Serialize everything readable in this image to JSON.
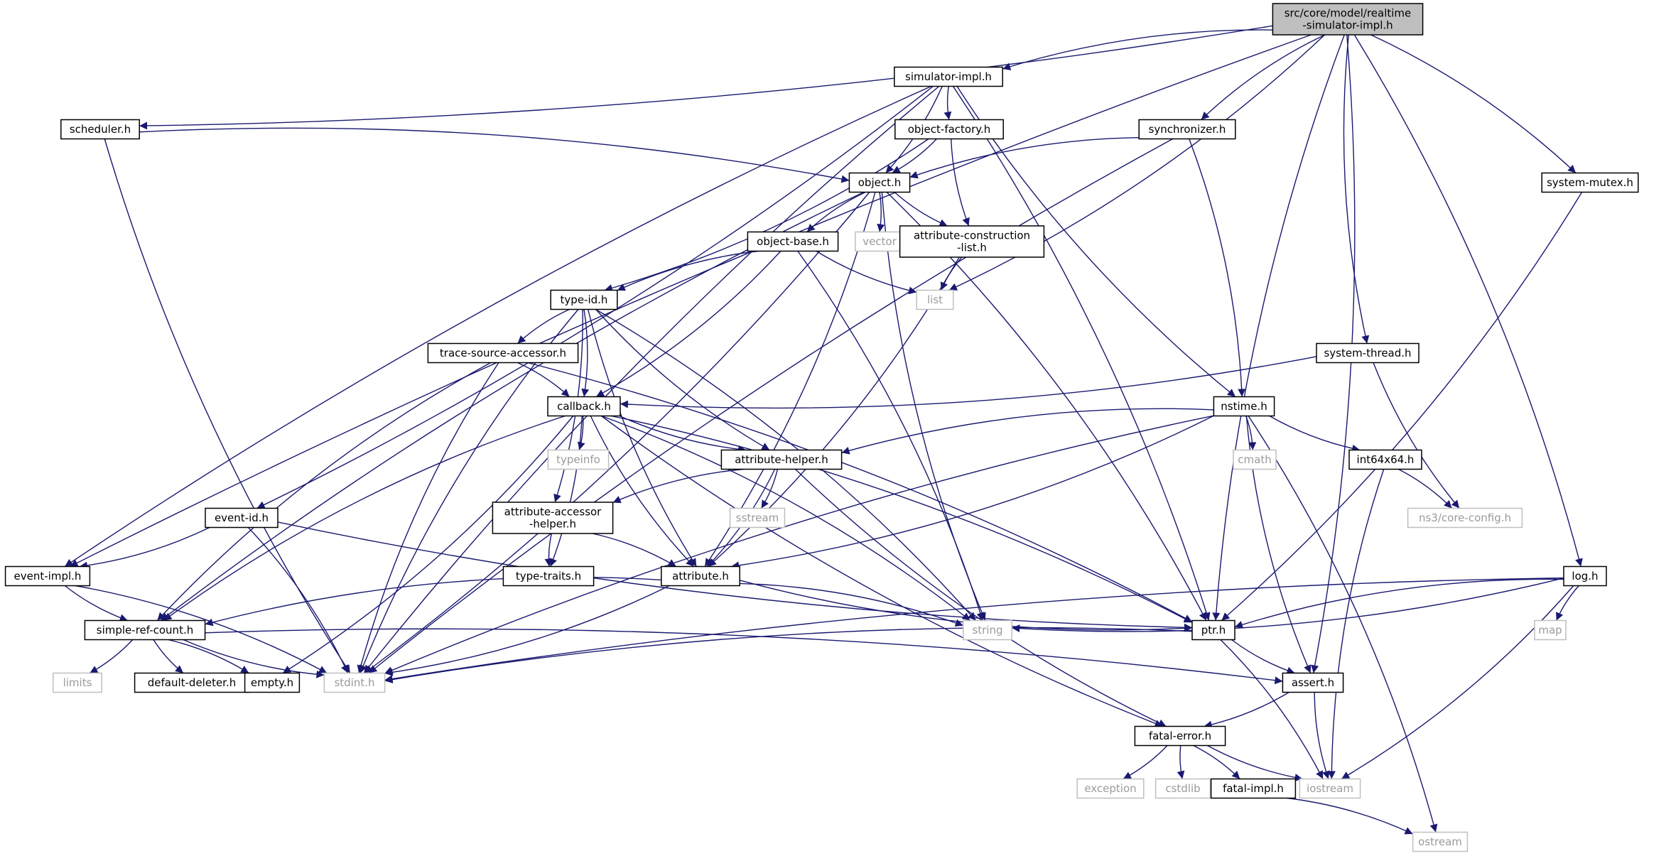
{
  "colors": {
    "edge": "#191970",
    "node_border": "#000000",
    "root_fill": "#bfbfbf",
    "system_border": "#bfbfbf",
    "system_text": "#9a9a9a"
  },
  "nodes": [
    {
      "id": "root",
      "lines": [
        "src/core/model/realtime",
        "-simulator-impl.h"
      ],
      "kind": "root"
    },
    {
      "id": "simulator-impl",
      "lines": [
        "simulator-impl.h"
      ],
      "kind": "file"
    },
    {
      "id": "scheduler",
      "lines": [
        "scheduler.h"
      ],
      "kind": "file"
    },
    {
      "id": "object-factory",
      "lines": [
        "object-factory.h"
      ],
      "kind": "file"
    },
    {
      "id": "synchronizer",
      "lines": [
        "synchronizer.h"
      ],
      "kind": "file"
    },
    {
      "id": "system-mutex",
      "lines": [
        "system-mutex.h"
      ],
      "kind": "file"
    },
    {
      "id": "object",
      "lines": [
        "object.h"
      ],
      "kind": "file"
    },
    {
      "id": "object-base",
      "lines": [
        "object-base.h"
      ],
      "kind": "file"
    },
    {
      "id": "vector",
      "lines": [
        "vector"
      ],
      "kind": "system"
    },
    {
      "id": "attribute-construction-list",
      "lines": [
        "attribute-construction",
        "-list.h"
      ],
      "kind": "file"
    },
    {
      "id": "list",
      "lines": [
        "list"
      ],
      "kind": "system"
    },
    {
      "id": "type-id",
      "lines": [
        "type-id.h"
      ],
      "kind": "file"
    },
    {
      "id": "trace-source-accessor",
      "lines": [
        "trace-source-accessor.h"
      ],
      "kind": "file"
    },
    {
      "id": "system-thread",
      "lines": [
        "system-thread.h"
      ],
      "kind": "file"
    },
    {
      "id": "callback",
      "lines": [
        "callback.h"
      ],
      "kind": "file"
    },
    {
      "id": "nstime",
      "lines": [
        "nstime.h"
      ],
      "kind": "file"
    },
    {
      "id": "typeinfo",
      "lines": [
        "typeinfo"
      ],
      "kind": "system"
    },
    {
      "id": "attribute-helper",
      "lines": [
        "attribute-helper.h"
      ],
      "kind": "file"
    },
    {
      "id": "cmath",
      "lines": [
        "cmath"
      ],
      "kind": "system"
    },
    {
      "id": "int64x64",
      "lines": [
        "int64x64.h"
      ],
      "kind": "file"
    },
    {
      "id": "sstream",
      "lines": [
        "sstream"
      ],
      "kind": "system"
    },
    {
      "id": "event-id",
      "lines": [
        "event-id.h"
      ],
      "kind": "file"
    },
    {
      "id": "attribute-accessor-helper",
      "lines": [
        "attribute-accessor",
        "-helper.h"
      ],
      "kind": "file"
    },
    {
      "id": "core-config",
      "lines": [
        "ns3/core-config.h"
      ],
      "kind": "system"
    },
    {
      "id": "event-impl",
      "lines": [
        "event-impl.h"
      ],
      "kind": "file"
    },
    {
      "id": "type-traits",
      "lines": [
        "type-traits.h"
      ],
      "kind": "file"
    },
    {
      "id": "attribute",
      "lines": [
        "attribute.h"
      ],
      "kind": "file"
    },
    {
      "id": "log",
      "lines": [
        "log.h"
      ],
      "kind": "file"
    },
    {
      "id": "simple-ref-count",
      "lines": [
        "simple-ref-count.h"
      ],
      "kind": "file"
    },
    {
      "id": "string",
      "lines": [
        "string"
      ],
      "kind": "system"
    },
    {
      "id": "ptr",
      "lines": [
        "ptr.h"
      ],
      "kind": "file"
    },
    {
      "id": "map",
      "lines": [
        "map"
      ],
      "kind": "system"
    },
    {
      "id": "limits",
      "lines": [
        "limits"
      ],
      "kind": "system"
    },
    {
      "id": "default-deleter",
      "lines": [
        "default-deleter.h"
      ],
      "kind": "file"
    },
    {
      "id": "empty",
      "lines": [
        "empty.h"
      ],
      "kind": "file"
    },
    {
      "id": "stdint",
      "lines": [
        "stdint.h"
      ],
      "kind": "system"
    },
    {
      "id": "assert",
      "lines": [
        "assert.h"
      ],
      "kind": "file"
    },
    {
      "id": "fatal-error",
      "lines": [
        "fatal-error.h"
      ],
      "kind": "file"
    },
    {
      "id": "exception",
      "lines": [
        "exception"
      ],
      "kind": "system"
    },
    {
      "id": "cstdlib",
      "lines": [
        "cstdlib"
      ],
      "kind": "system"
    },
    {
      "id": "fatal-impl",
      "lines": [
        "fatal-impl.h"
      ],
      "kind": "file"
    },
    {
      "id": "iostream",
      "lines": [
        "iostream"
      ],
      "kind": "system"
    },
    {
      "id": "ostream",
      "lines": [
        "ostream"
      ],
      "kind": "system"
    }
  ],
  "edges": [
    [
      "root",
      "simulator-impl"
    ],
    [
      "root",
      "scheduler"
    ],
    [
      "root",
      "synchronizer"
    ],
    [
      "root",
      "system-mutex"
    ],
    [
      "root",
      "system-thread"
    ],
    [
      "root",
      "list"
    ],
    [
      "root",
      "event-impl"
    ],
    [
      "root",
      "log"
    ],
    [
      "root",
      "ptr"
    ],
    [
      "root",
      "assert"
    ],
    [
      "simulator-impl",
      "object-factory"
    ],
    [
      "simulator-impl",
      "object"
    ],
    [
      "simulator-impl",
      "event-impl"
    ],
    [
      "simulator-impl",
      "event-id"
    ],
    [
      "simulator-impl",
      "nstime"
    ],
    [
      "simulator-impl",
      "ptr"
    ],
    [
      "simulator-impl",
      "stdint"
    ],
    [
      "scheduler",
      "object"
    ],
    [
      "scheduler",
      "stdint"
    ],
    [
      "object-factory",
      "object"
    ],
    [
      "object-factory",
      "attribute-construction-list"
    ],
    [
      "object-factory",
      "type-id"
    ],
    [
      "synchronizer",
      "object"
    ],
    [
      "synchronizer",
      "nstime"
    ],
    [
      "synchronizer",
      "stdint"
    ],
    [
      "system-mutex",
      "ptr"
    ],
    [
      "object",
      "object-base"
    ],
    [
      "object",
      "vector"
    ],
    [
      "object",
      "attribute-construction-list"
    ],
    [
      "object",
      "attribute"
    ],
    [
      "object",
      "string"
    ],
    [
      "object",
      "ptr"
    ],
    [
      "object",
      "simple-ref-count"
    ],
    [
      "object",
      "stdint"
    ],
    [
      "attribute-construction-list",
      "list"
    ],
    [
      "attribute-construction-list",
      "attribute"
    ],
    [
      "object-base",
      "type-id"
    ],
    [
      "object-base",
      "callback"
    ],
    [
      "object-base",
      "list"
    ],
    [
      "object-base",
      "string"
    ],
    [
      "type-id",
      "trace-source-accessor"
    ],
    [
      "type-id",
      "callback"
    ],
    [
      "type-id",
      "attribute-helper"
    ],
    [
      "type-id",
      "attribute-accessor-helper"
    ],
    [
      "type-id",
      "attribute"
    ],
    [
      "type-id",
      "string"
    ],
    [
      "type-id",
      "stdint"
    ],
    [
      "trace-source-accessor",
      "callback"
    ],
    [
      "trace-source-accessor",
      "simple-ref-count"
    ],
    [
      "trace-source-accessor",
      "ptr"
    ],
    [
      "trace-source-accessor",
      "stdint"
    ],
    [
      "system-thread",
      "callback"
    ],
    [
      "system-thread",
      "core-config"
    ],
    [
      "callback",
      "typeinfo"
    ],
    [
      "callback",
      "attribute-helper"
    ],
    [
      "callback",
      "type-traits"
    ],
    [
      "callback",
      "attribute"
    ],
    [
      "callback",
      "ptr"
    ],
    [
      "callback",
      "fatal-error"
    ],
    [
      "callback",
      "empty"
    ],
    [
      "callback",
      "simple-ref-count"
    ],
    [
      "callback",
      "string"
    ],
    [
      "nstime",
      "attribute-helper"
    ],
    [
      "nstime",
      "cmath"
    ],
    [
      "nstime",
      "int64x64"
    ],
    [
      "nstime",
      "attribute"
    ],
    [
      "nstime",
      "assert"
    ],
    [
      "nstime",
      "ostream"
    ],
    [
      "nstime",
      "stdint"
    ],
    [
      "attribute-helper",
      "sstream"
    ],
    [
      "attribute-helper",
      "attribute-accessor-helper"
    ],
    [
      "attribute-helper",
      "attribute"
    ],
    [
      "attribute-helper",
      "fatal-error"
    ],
    [
      "int64x64",
      "core-config"
    ],
    [
      "int64x64",
      "iostream"
    ],
    [
      "event-id",
      "event-impl"
    ],
    [
      "event-id",
      "ptr"
    ],
    [
      "event-id",
      "stdint"
    ],
    [
      "attribute-accessor-helper",
      "type-traits"
    ],
    [
      "attribute-accessor-helper",
      "attribute"
    ],
    [
      "event-impl",
      "simple-ref-count"
    ],
    [
      "event-impl",
      "stdint"
    ],
    [
      "attribute",
      "simple-ref-count"
    ],
    [
      "attribute",
      "string"
    ],
    [
      "attribute",
      "ptr"
    ],
    [
      "attribute",
      "stdint"
    ],
    [
      "log",
      "ptr"
    ],
    [
      "log",
      "string"
    ],
    [
      "log",
      "map"
    ],
    [
      "log",
      "iostream"
    ],
    [
      "log",
      "stdint"
    ],
    [
      "simple-ref-count",
      "limits"
    ],
    [
      "simple-ref-count",
      "default-deleter"
    ],
    [
      "simple-ref-count",
      "empty"
    ],
    [
      "simple-ref-count",
      "stdint"
    ],
    [
      "simple-ref-count",
      "assert"
    ],
    [
      "ptr",
      "assert"
    ],
    [
      "ptr",
      "iostream"
    ],
    [
      "ptr",
      "stdint"
    ],
    [
      "assert",
      "fatal-error"
    ],
    [
      "assert",
      "iostream"
    ],
    [
      "fatal-error",
      "exception"
    ],
    [
      "fatal-error",
      "cstdlib"
    ],
    [
      "fatal-error",
      "fatal-impl"
    ],
    [
      "fatal-error",
      "iostream"
    ],
    [
      "fatal-impl",
      "ostream"
    ]
  ]
}
